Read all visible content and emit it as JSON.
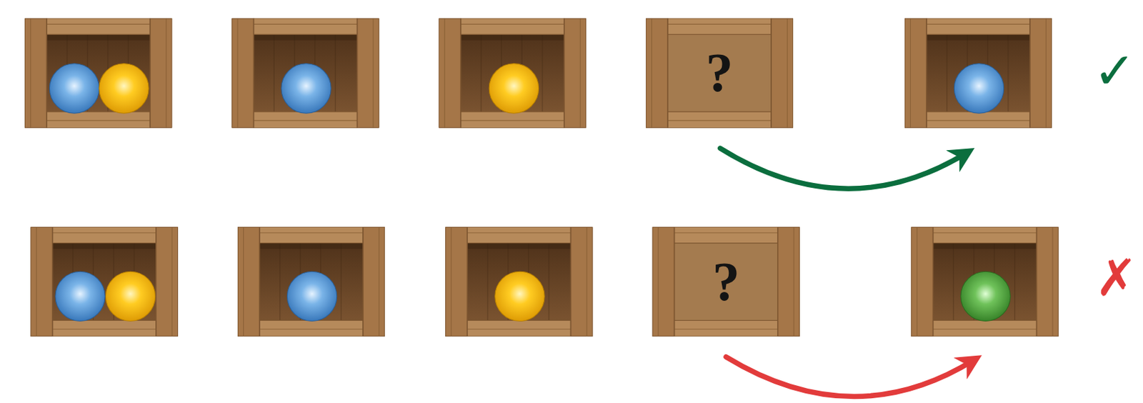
{
  "diagram": {
    "nodes": [
      {
        "text": [
          "?"
        ]
      },
      {
        "text": [
          "?"
        ]
      }
    ],
    "labels": [
      "✓",
      "✗"
    ]
  }
}
